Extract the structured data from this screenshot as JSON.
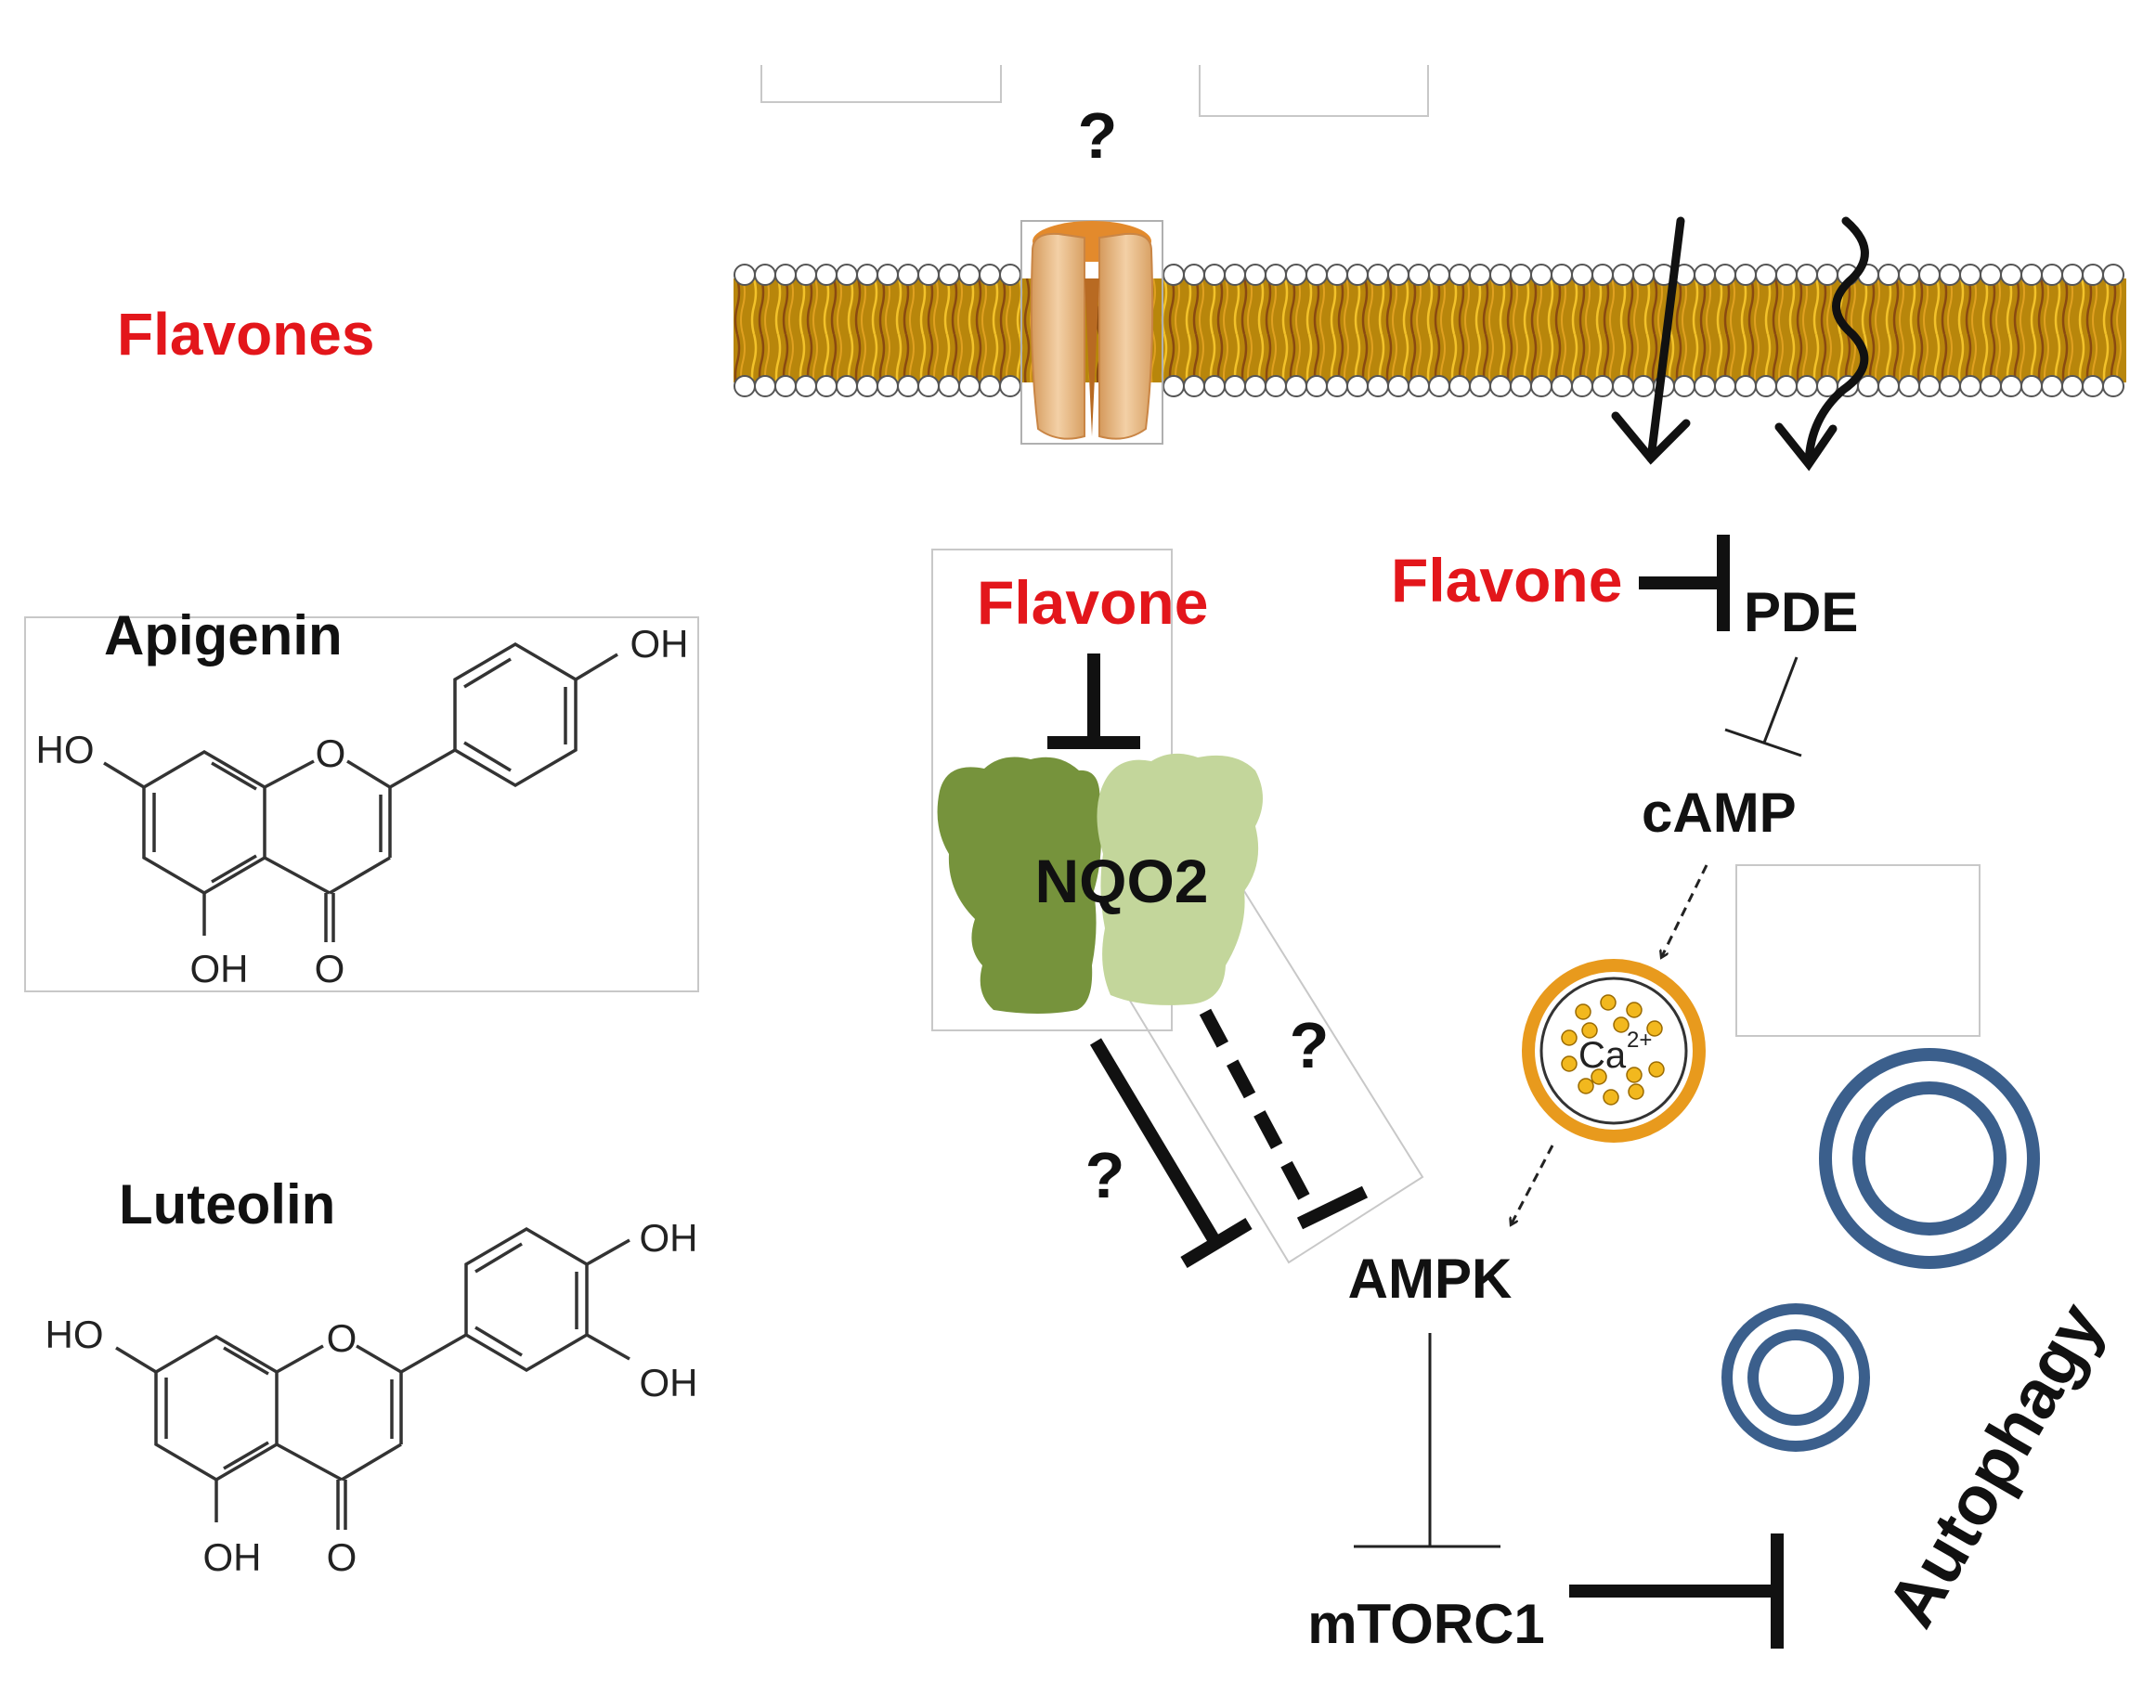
{
  "title": "Flavones",
  "compounds": [
    {
      "name": "Apigenin",
      "atoms": {
        "o_ring": "O",
        "o_carbonyl": "O",
        "oh_7": "HO",
        "oh_5": "OH",
        "oh_4p": "OH"
      }
    },
    {
      "name": "Luteolin",
      "atoms": {
        "o_ring": "O",
        "o_carbonyl": "O",
        "oh_7": "HO",
        "oh_5": "OH",
        "oh_3p": "OH",
        "oh_4p": "OH"
      }
    }
  ],
  "pathway": {
    "channel_question": "?",
    "flavone_left": "Flavone",
    "flavone_right": "Flavone",
    "nqo2": "NQO2",
    "pde": "PDE",
    "camp": "cAMP",
    "calcium": "Ca",
    "calcium_superscript": "2+",
    "ampk": "AMPK",
    "mtorc1": "mTORC1",
    "autophagy": "Autophagy",
    "question_solid": "?",
    "question_dashed": "?"
  },
  "colors": {
    "flavone_red": "#e3161b",
    "nqo2_dark": "#76933c",
    "nqo2_light": "#c3d69b",
    "membrane_gold": "#c8960c",
    "channel_orange": "#e39a4a",
    "vesicle_ring": "#e89a1d",
    "autophagosome_blue": "#3b5f8c"
  }
}
